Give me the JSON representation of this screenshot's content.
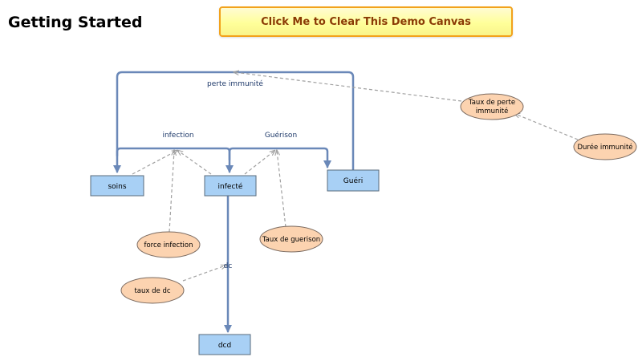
{
  "page": {
    "title": "Getting Started",
    "clear_button_label": "Click Me to Clear This Demo Canvas"
  },
  "colors": {
    "stock_fill": "#a8d0f5",
    "stock_stroke": "#5a6b7c",
    "flow_stroke": "#6a88b8",
    "variable_fill": "#fcd3b0",
    "variable_stroke": "#7a6a60",
    "link_stroke": "#a0a0a0",
    "flow_label": "#1f3a6a"
  },
  "stocks": {
    "soins": "soins",
    "infecte": "infecté",
    "gueri": "Guéri",
    "dcd": "dcd"
  },
  "flows": {
    "perte_immunite": "perte immunité",
    "infection": "infection",
    "guerison": "Guérison",
    "dc": "dc"
  },
  "variables": {
    "taux_perte_immunite": [
      "Taux de perte",
      "immunité"
    ],
    "duree_immunite": "Durée immunité",
    "force_infection": "force infection",
    "taux_guerison": "Taux de guerison",
    "taux_dc": "taux de dc"
  }
}
